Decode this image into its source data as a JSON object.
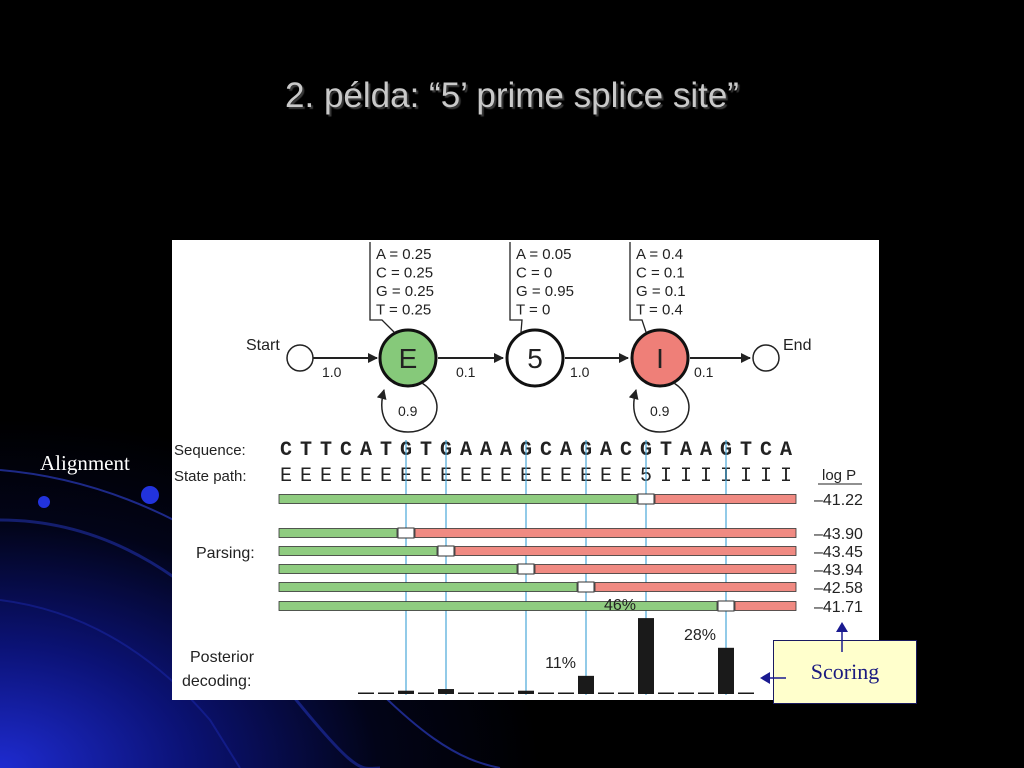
{
  "slide": {
    "title": "2. példa: “5’ prime splice site”",
    "alignment_label": "Alignment",
    "scoring_label": "Scoring"
  },
  "figure": {
    "states": [
      {
        "id": "E",
        "label": "E",
        "color": "#86c97a",
        "emissions": [
          "A = 0.25",
          "C = 0.25",
          "G = 0.25",
          "T = 0.25"
        ]
      },
      {
        "id": "5",
        "label": "5",
        "color": "#ffffff",
        "emissions": [
          "A = 0.05",
          "C = 0",
          "G = 0.95",
          "T = 0"
        ]
      },
      {
        "id": "I",
        "label": "I",
        "color": "#ef7f78",
        "emissions": [
          "A = 0.4",
          "C = 0.1",
          "G = 0.1",
          "T = 0.4"
        ]
      }
    ],
    "start_label": "Start",
    "end_label": "End",
    "transitions": {
      "start_e": "1.0",
      "e_self": "0.9",
      "e_5": "0.1",
      "five_i": "1.0",
      "i_self": "0.9",
      "i_end": "0.1"
    },
    "sequence_label": "Sequence:",
    "sequence": "CTTCATGTGAAAGCAGACGTAAGTCA",
    "state_path_label": "State path:",
    "state_path": "EEEEEEEEEEEEEEEEEE5IIIIIII",
    "logp_label": "log P",
    "parsing_label": "Parsing:",
    "posterior_label": [
      "Posterior",
      "decoding:"
    ],
    "parses": [
      {
        "split": 18,
        "logp": "–41.22"
      },
      {
        "split": 6,
        "logp": "–43.90"
      },
      {
        "split": 8,
        "logp": "–43.45"
      },
      {
        "split": 12,
        "logp": "–43.94"
      },
      {
        "split": 15,
        "logp": "–42.58"
      },
      {
        "split": 22,
        "logp": "–41.71"
      }
    ],
    "posterior": [
      {
        "pos": 6,
        "value": 0.02
      },
      {
        "pos": 8,
        "value": 0.03
      },
      {
        "pos": 12,
        "value": 0.02
      },
      {
        "pos": 15,
        "value": 0.11,
        "label": "11%"
      },
      {
        "pos": 18,
        "value": 0.46,
        "label": "46%"
      },
      {
        "pos": 22,
        "value": 0.28,
        "label": "28%"
      }
    ],
    "colors": {
      "exon": "#8fcc80",
      "intron": "#f08a82",
      "guide_line": "#49a8d8",
      "bar": "#1a1a1a"
    }
  }
}
